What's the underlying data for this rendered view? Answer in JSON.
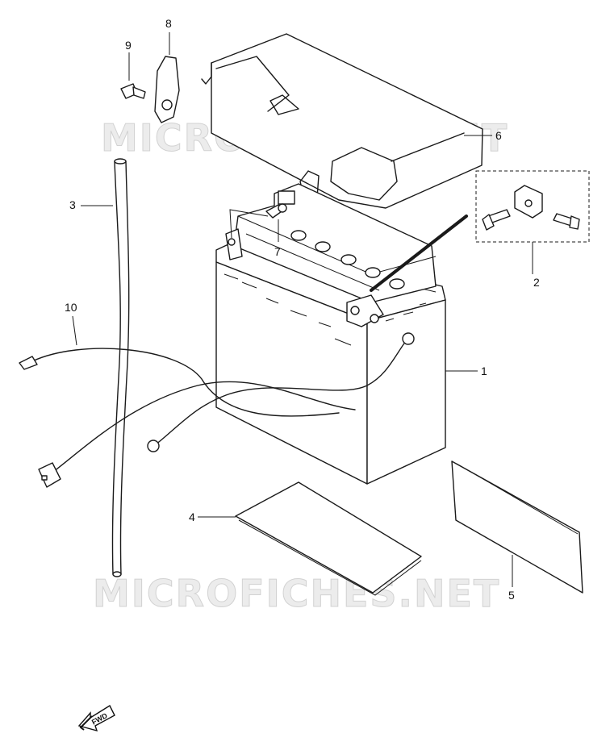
{
  "watermark": "MICROFICHES.NET",
  "callouts": {
    "c1": "1",
    "c2": "2",
    "c3": "3",
    "c4": "4",
    "c5": "5",
    "c6": "6",
    "c7": "7",
    "c8": "8",
    "c9": "9",
    "c10": "10"
  },
  "fwd_label": "FWD"
}
